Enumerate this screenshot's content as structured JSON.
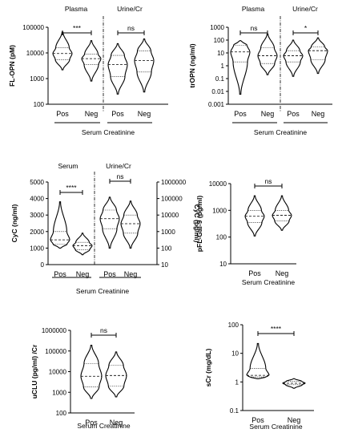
{
  "chart_data": [
    {
      "type": "violin",
      "group_labels": [
        "Plasma",
        "Urine/Cr"
      ],
      "ylabel": "FL-OPN (pM)",
      "xlabel": "Serum Creatinine",
      "yscale": "log",
      "ylim": [
        100,
        100000
      ],
      "yticks": [
        "100",
        "1000",
        "10000",
        "100000"
      ],
      "categories": [
        "Pos",
        "Neg",
        "Pos",
        "Neg"
      ],
      "series": [
        {
          "min": 2200,
          "q1": 5500,
          "median": 9500,
          "q3": 16000,
          "max": 65000
        },
        {
          "min": 800,
          "q1": 3500,
          "median": 6000,
          "q3": 9000,
          "max": 30000
        },
        {
          "min": 250,
          "q1": 1200,
          "median": 3500,
          "q3": 8000,
          "max": 23000
        },
        {
          "min": 300,
          "q1": 1800,
          "median": 5000,
          "q3": 12000,
          "max": 35000
        }
      ],
      "significance": [
        {
          "pair": [
            0,
            1
          ],
          "label": "***"
        },
        {
          "pair": [
            2,
            3
          ],
          "label": "ns"
        }
      ]
    },
    {
      "type": "violin",
      "group_labels": [
        "Plasma",
        "Urine/Cr"
      ],
      "ylabel": "trOPN (ng/ml)",
      "xlabel": "Serum Creatinine",
      "yscale": "log",
      "ylim": [
        0.001,
        1000
      ],
      "yticks": [
        "0.001",
        "0.01",
        "0.1",
        "1",
        "10",
        "100",
        "1000"
      ],
      "categories": [
        "Pos",
        "Neg",
        "Pos",
        "Neg"
      ],
      "series": [
        {
          "min": 0.006,
          "q1": 2,
          "median": 12,
          "q3": 40,
          "max": 90
        },
        {
          "min": 0.2,
          "q1": 1.5,
          "median": 6,
          "q3": 25,
          "max": 300
        },
        {
          "min": 0.15,
          "q1": 2,
          "median": 6,
          "q3": 15,
          "max": 100
        },
        {
          "min": 0.25,
          "q1": 3,
          "median": 15,
          "q3": 30,
          "max": 150
        }
      ],
      "significance": [
        {
          "pair": [
            0,
            1
          ],
          "label": "ns"
        },
        {
          "pair": [
            2,
            3
          ],
          "label": "*"
        }
      ]
    },
    {
      "type": "violin",
      "group_labels": [
        "Serum",
        "Urine/Cr"
      ],
      "ylabel": "CyC (ng/ml)",
      "ylabel_right": "CyC (pg/ml)",
      "xlabel": "Serum Creatinine",
      "ylim": [
        0,
        5000
      ],
      "yticks": [
        "0",
        "1000",
        "2000",
        "3000",
        "4000",
        "5000"
      ],
      "ylim_right": [
        10,
        1000000
      ],
      "yticks_right": [
        "10",
        "100",
        "1000",
        "10000",
        "100000",
        "1000000"
      ],
      "categories": [
        "Pos",
        "Neg",
        "Pos",
        "Neg"
      ],
      "series": [
        {
          "min": 1000,
          "q1": 1250,
          "median": 1500,
          "q3": 2000,
          "max": 3800
        },
        {
          "min": 600,
          "q1": 900,
          "median": 1150,
          "q3": 1350,
          "max": 1900
        },
        {
          "min": 100,
          "q1": 1500,
          "median": 6000,
          "q3": 20000,
          "max": 120000
        },
        {
          "min": 100,
          "q1": 800,
          "median": 3000,
          "q3": 10000,
          "max": 70000
        }
      ],
      "significance": [
        {
          "pair": [
            0,
            1
          ],
          "label": "****"
        },
        {
          "pair": [
            2,
            3
          ],
          "label": "ns"
        }
      ]
    },
    {
      "type": "violin",
      "ylabel": "pFL-Gal-9 (pg/ml)",
      "xlabel": "Serum Creatinine",
      "yscale": "log",
      "ylim": [
        10,
        10000
      ],
      "yticks": [
        "10",
        "100",
        "1000",
        "10000"
      ],
      "categories": [
        "Pos",
        "Neg"
      ],
      "series": [
        {
          "min": 110,
          "q1": 350,
          "median": 600,
          "q3": 1000,
          "max": 3500
        },
        {
          "min": 180,
          "q1": 400,
          "median": 650,
          "q3": 1000,
          "max": 3500
        }
      ],
      "significance": [
        {
          "pair": [
            0,
            1
          ],
          "label": "ns"
        }
      ]
    },
    {
      "type": "violin",
      "ylabel": "uCLU (pg/ml) /Cr",
      "xlabel": "Serum Creatinine",
      "yscale": "log",
      "ylim": [
        100,
        1000000
      ],
      "yticks": [
        "100",
        "1000",
        "10000",
        "100000",
        "1000000"
      ],
      "categories": [
        "Pos",
        "Neg"
      ],
      "series": [
        {
          "min": 500,
          "q1": 1800,
          "median": 6000,
          "q3": 25000,
          "max": 190000
        },
        {
          "min": 600,
          "q1": 2000,
          "median": 6500,
          "q3": 20000,
          "max": 90000
        }
      ],
      "significance": [
        {
          "pair": [
            0,
            1
          ],
          "label": "ns"
        }
      ]
    },
    {
      "type": "violin",
      "ylabel": "sCr (mg/dL)",
      "xlabel": "Serum Creatinine",
      "yscale": "log",
      "ylim": [
        0.1,
        100
      ],
      "yticks": [
        "0.1",
        "1",
        "10",
        "100"
      ],
      "categories": [
        "Pos",
        "Neg"
      ],
      "series": [
        {
          "min": 1.3,
          "q1": 1.5,
          "median": 1.7,
          "q3": 3,
          "max": 22
        },
        {
          "min": 0.6,
          "q1": 0.8,
          "median": 0.9,
          "q3": 1.05,
          "max": 1.3
        }
      ],
      "significance": [
        {
          "pair": [
            0,
            1
          ],
          "label": "****"
        }
      ]
    }
  ]
}
